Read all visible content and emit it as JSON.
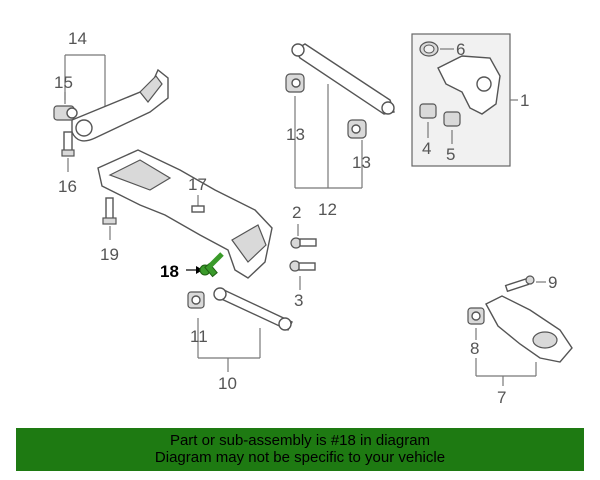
{
  "callouts": {
    "n1": "1",
    "n2": "2",
    "n3": "3",
    "n4": "4",
    "n5": "5",
    "n6": "6",
    "n7": "7",
    "n8": "8",
    "n9": "9",
    "n10": "10",
    "n11": "11",
    "n12": "12",
    "n13a": "13",
    "n13b": "13",
    "n14": "14",
    "n15": "15",
    "n16": "16",
    "n17": "17",
    "n18": "18",
    "n19": "19"
  },
  "highlight": {
    "part": "18",
    "color": "#3a9a2a"
  },
  "banner": {
    "line1": "Part or sub-assembly is #18 in diagram",
    "line2": "Diagram may not be specific to your vehicle",
    "background": "#1e7a12"
  }
}
